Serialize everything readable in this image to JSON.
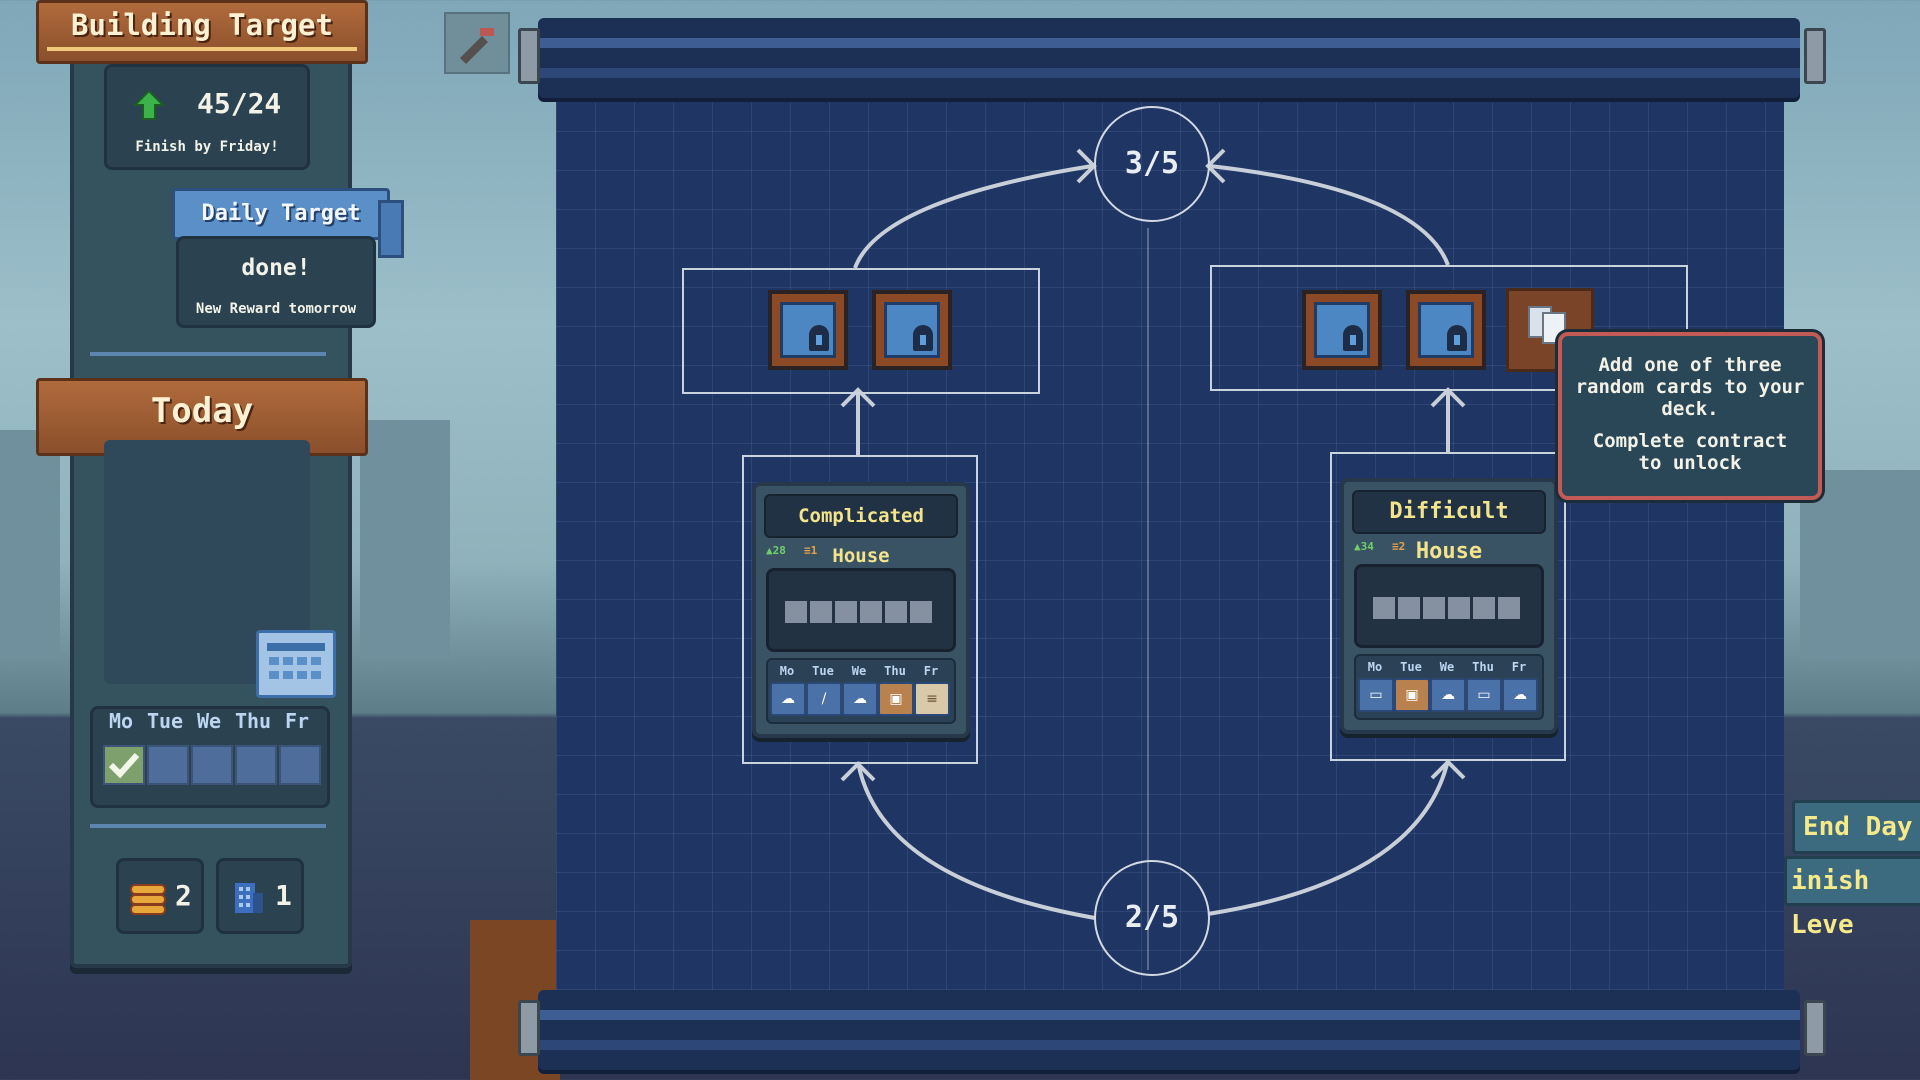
{
  "left_panel": {
    "building_target": {
      "title": "Building Target",
      "progress": "45/24",
      "deadline": "Finish by Friday!"
    },
    "daily_target": {
      "tab_label": "Daily Target",
      "status": "done!",
      "note": "New Reward tomorrow"
    },
    "today": {
      "title": "Today",
      "days": [
        "Mo",
        "Tue",
        "We",
        "Thu",
        "Fr"
      ],
      "completed_days": 1
    },
    "resources": {
      "coins": "2",
      "buildings": "1"
    }
  },
  "blueprint": {
    "top_node": "3/5",
    "bottom_node": "2/5",
    "contracts": [
      {
        "title": "Complicated House",
        "stat_a": "28",
        "stat_b": "1",
        "segments": 6,
        "days": [
          "Mo",
          "Tue",
          "We",
          "Thu",
          "Fr"
        ],
        "day_icons": [
          "cloud-sun-icon",
          "brush-icon",
          "cloud-sun-icon",
          "crate-icon",
          "scroll-icon"
        ]
      },
      {
        "title": "Difficult House",
        "stat_a": "34",
        "stat_b": "2",
        "segments": 6,
        "days": [
          "Mo",
          "Tue",
          "We",
          "Thu",
          "Fr"
        ],
        "day_icons": [
          "truck-icon",
          "crate-icon",
          "cloud-sun-icon",
          "truck-icon",
          "cloud-sun-icon"
        ]
      }
    ]
  },
  "tooltip": {
    "line1": "Add one of three random cards to your deck.",
    "line2": "Complete contract to unlock"
  },
  "side_buttons": {
    "end_day": "End Day",
    "finish_level": "inish Leve"
  },
  "colors": {
    "blueprint": "#1f3563",
    "wood": "#b06b3c",
    "accent_text": "#f3e48c",
    "tooltip_border": "#c25a56"
  }
}
